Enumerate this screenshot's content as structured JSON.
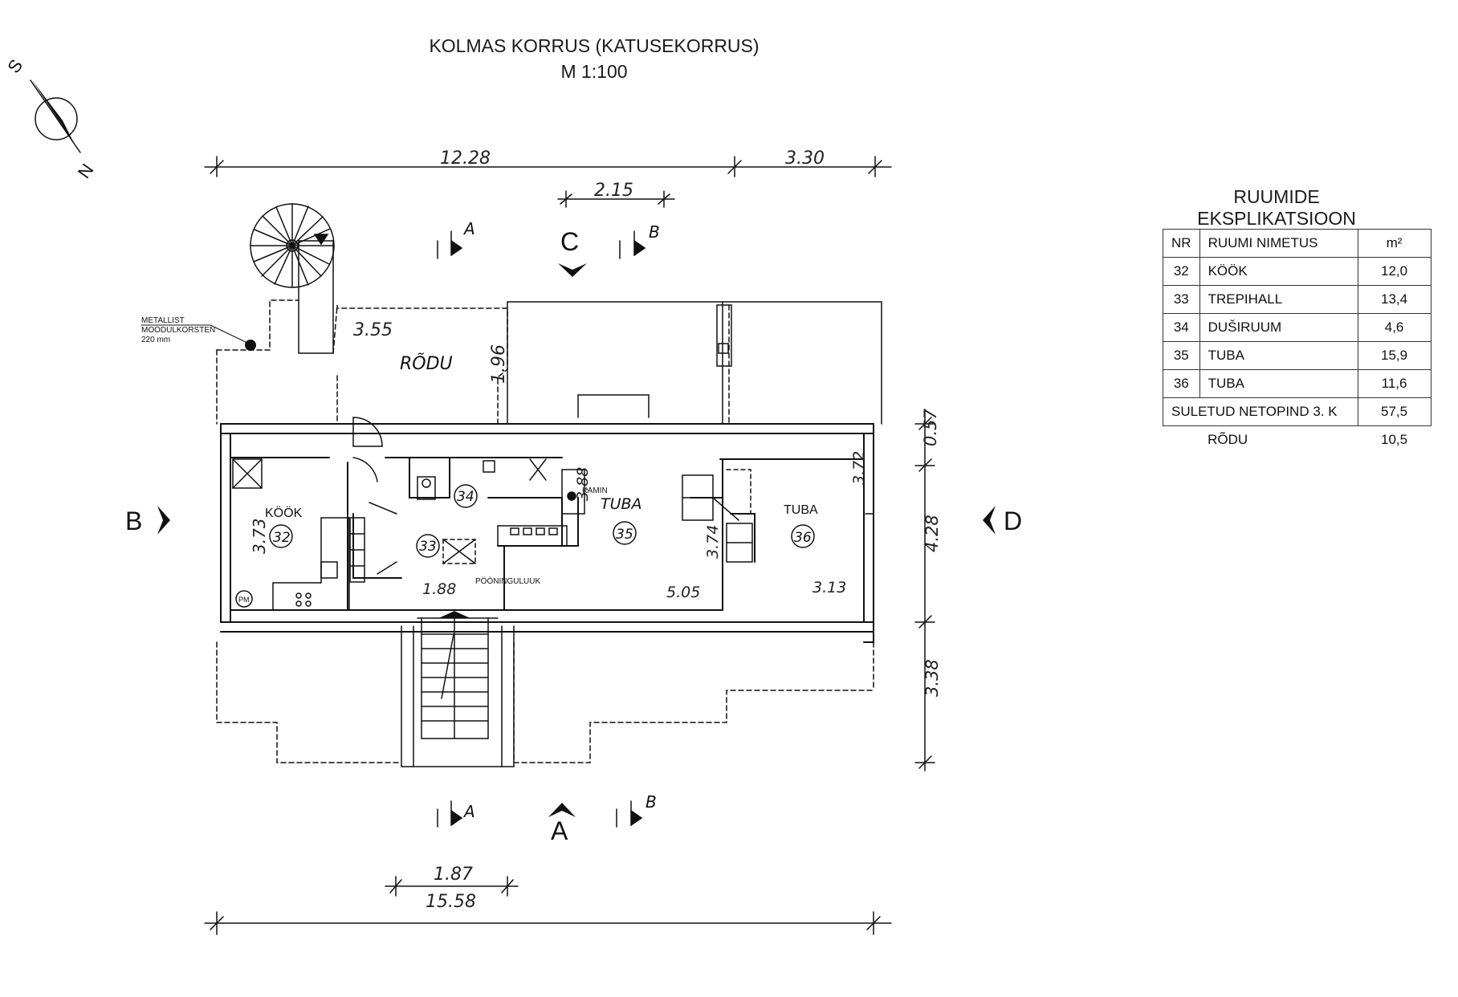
{
  "title": "KOLMAS KORRUS (KATUSEKORRUS)",
  "scale": "M 1:100",
  "compass": {
    "s": "S",
    "n": "N"
  },
  "chimney_note": [
    "METALLIST",
    "MOODULKORSTEN",
    "220 mm"
  ],
  "dimensions": {
    "top_main": "12.28",
    "top_right": "3.30",
    "top_inner": "2.15",
    "bottom_inner": "1.87",
    "bottom_total": "15.58",
    "right_top": "0.57",
    "right_mid": "4.28",
    "right_low": "3.38",
    "rodu_w": "3.55",
    "rodu_h": "1.96",
    "kook_h": "3.73",
    "hall_w": "1.88",
    "dush_h": "3.88",
    "tuba35_h": "3.74",
    "tuba35_w": "5.05",
    "tuba36_h": "3.72",
    "tuba36_w": "3.13"
  },
  "sections": {
    "a": "A",
    "b": "B",
    "c": "C",
    "d": "D"
  },
  "cut_labels": {
    "a": "A",
    "b": "B"
  },
  "rooms": {
    "rodu": "RÕDU",
    "kook": "KÖÖK",
    "kook_nr": "32",
    "hall_nr": "33",
    "dush_nr": "34",
    "tuba35_label": "TUBA",
    "tuba35_nr": "35",
    "tuba36_label": "TUBA",
    "tuba36_nr": "36",
    "kamin": "KAMIN",
    "pooninguluuk": "PÖÖNINGULUUK",
    "pm": "PM"
  },
  "explication": {
    "title": "RUUMIDE EKSPLIKATSIOON",
    "headers": {
      "nr": "NR",
      "name": "RUUMI NIMETUS",
      "area": "m²"
    },
    "rows": [
      {
        "nr": "32",
        "name": "KÖÖK",
        "area": "12,0"
      },
      {
        "nr": "33",
        "name": "TREPIHALL",
        "area": "13,4"
      },
      {
        "nr": "34",
        "name": "DUŠIRUUM",
        "area": "4,6"
      },
      {
        "nr": "35",
        "name": "TUBA",
        "area": "15,9"
      },
      {
        "nr": "36",
        "name": "TUBA",
        "area": "11,6"
      }
    ],
    "total": {
      "label": "SULETUD NETOPIND 3. K",
      "area": "57,5"
    },
    "extra": {
      "label": "RÕDU",
      "area": "10,5"
    }
  }
}
